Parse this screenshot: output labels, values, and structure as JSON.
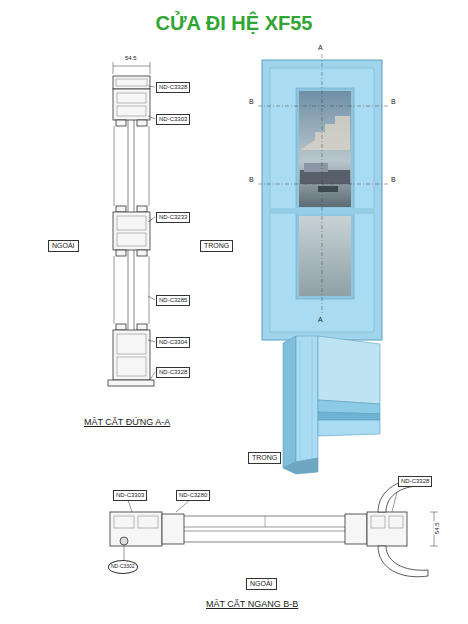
{
  "diagram": {
    "title": "CỬA ĐI HỆ XF55",
    "nodes": [
      {
        "text": [
          "ND-C3328"
        ]
      },
      {
        "text": [
          "ND-C3303"
        ]
      },
      {
        "text": [
          "ND-C3233"
        ]
      },
      {
        "text": [
          "ND-C3285"
        ]
      },
      {
        "text": [
          "ND-C3304"
        ]
      },
      {
        "text": [
          "ND-C3328"
        ]
      },
      {
        "text": [
          "NGOÀI"
        ]
      },
      {
        "text": [
          "TRONG"
        ]
      },
      {
        "text": [
          "TRONG"
        ]
      },
      {
        "text": [
          "ND-C3303"
        ]
      },
      {
        "text": [
          "ND-C3280"
        ]
      },
      {
        "text": [
          "ND-C3328"
        ]
      },
      {
        "text": [
          "ND-C3302"
        ]
      },
      {
        "text": [
          "NGOÀI"
        ]
      }
    ],
    "labels": [
      "54.5",
      "A",
      "A",
      "B",
      "B",
      "B",
      "B",
      "MẶT CẮT ĐỨNG A-A",
      "54.5",
      "MẶT CẮT NGANG B-B"
    ]
  }
}
